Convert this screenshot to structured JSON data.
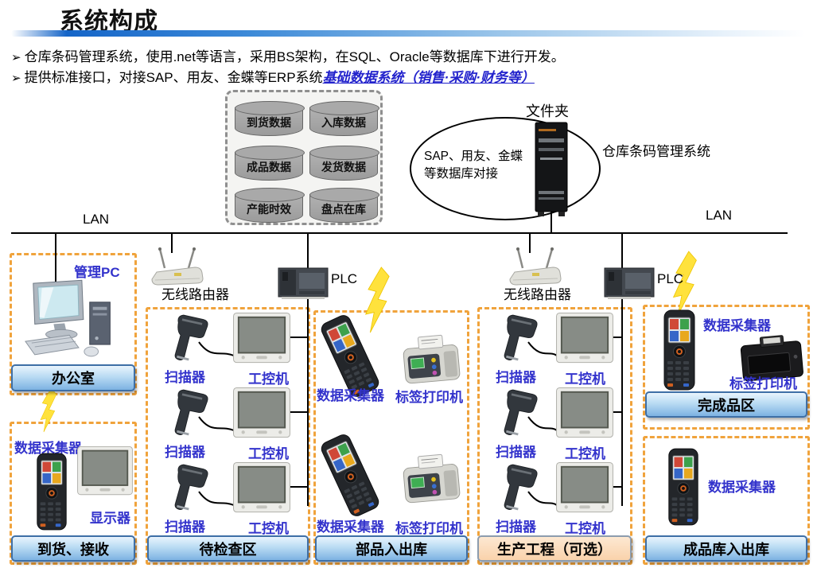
{
  "header": {
    "title": "系统构成",
    "bullet_marker": "➢",
    "bullet1": "仓库条码管理系统，使用.net等语言，采用BS架构，在SQL、Oracle等数据库下进行开发。",
    "bullet2_text": "提供标准接口，对接SAP、用友、金蝶等ERP系统",
    "bullet2_link": "基础数据系统（销售·采购·财务等）"
  },
  "database_box": {
    "cylinders": [
      "到货数据",
      "入库数据",
      "成品数据",
      "发货数据",
      "产能时效",
      "盘点在库"
    ]
  },
  "cloud": {
    "line1": "SAP、用友、金蝶",
    "line2": "等数据库对接",
    "folder_label": "文件夹",
    "system_label": "仓库条码管理系统"
  },
  "lan": {
    "left": "LAN",
    "right": "LAN"
  },
  "network": {
    "router1_label": "无线路由器",
    "router2_label": "无线路由器",
    "plc1_label": "PLC",
    "plc2_label": "PLC"
  },
  "sections": {
    "office": {
      "pc_label": "管理PC",
      "button": "办公室"
    },
    "arrival": {
      "collector_label": "数据采集器",
      "display_label": "显示器",
      "button": "到货、接收"
    },
    "inspection": {
      "scanner_label": "扫描器",
      "ipc_label": "工控机",
      "button": "待检查区"
    },
    "parts": {
      "collector_label": "数据采集器",
      "printer_label": "标签打印机",
      "button": "部品入出库"
    },
    "production": {
      "scanner_label": "扫描器",
      "ipc_label": "工控机",
      "button": "生产工程（可选）"
    },
    "finished": {
      "collector_label": "数据采集器",
      "printer_label": "标签打印机",
      "button": "完成品区"
    },
    "warehouse": {
      "collector_label": "数据采集器",
      "button": "成品库入出库"
    }
  },
  "colors": {
    "section_border": "#F0A33C",
    "label_blue": "#3333CC",
    "button_blue_bottom": "#7DB2E2",
    "button_border": "#3E6FA6",
    "peach_button": "#F9D2AB",
    "lightning_yellow": "#FFE23C"
  }
}
